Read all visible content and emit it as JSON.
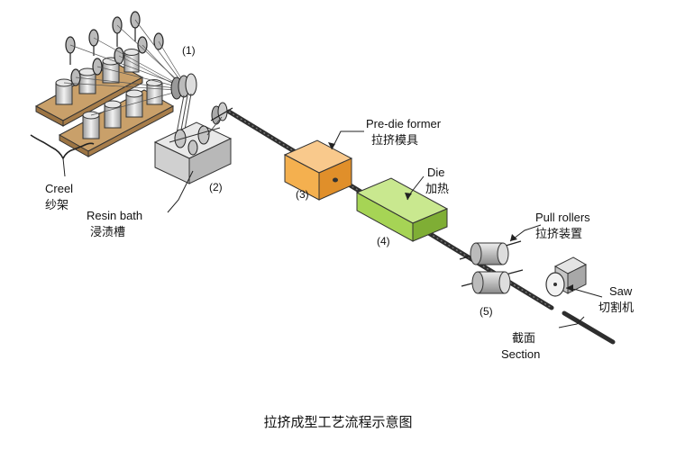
{
  "labels": {
    "creel_en": "Creel",
    "creel_cn": "纱架",
    "resin_en": "Resin bath",
    "resin_cn": "浸渍槽",
    "predie_en": "Pre-die former",
    "predie_cn": "拉挤模具",
    "die_en": "Die",
    "die_cn": "加热",
    "pull_en": "Pull rollers",
    "pull_cn": "拉挤装置",
    "saw_en": "Saw",
    "saw_cn": "切割机",
    "section_cn": "截面",
    "section_en": "Section"
  },
  "numbers": {
    "n1": "(1)",
    "n2": "(2)",
    "n3": "(3)",
    "n4": "(4)",
    "n5": "(5)"
  },
  "caption": "拉挤成型工艺流程示意图",
  "colors": {
    "predie": "#f4b04f",
    "die": "#a6d455",
    "metal": "#c8c8c8",
    "rod": "#333333"
  }
}
